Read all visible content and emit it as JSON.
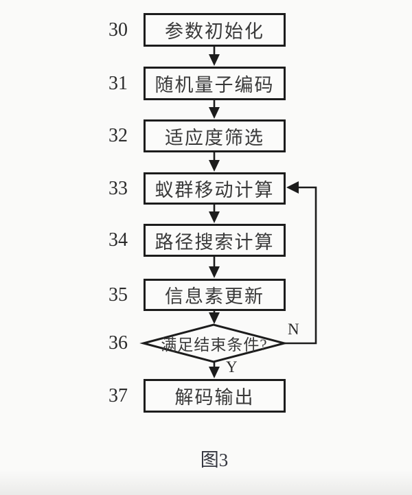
{
  "figure": {
    "caption": "图3",
    "steps": [
      {
        "num": "30",
        "label": "参数初始化",
        "type": "process"
      },
      {
        "num": "31",
        "label": "随机量子编码",
        "type": "process"
      },
      {
        "num": "32",
        "label": "适应度筛选",
        "type": "process"
      },
      {
        "num": "33",
        "label": "蚁群移动计算",
        "type": "process"
      },
      {
        "num": "34",
        "label": "路径搜索计算",
        "type": "process"
      },
      {
        "num": "35",
        "label": "信息素更新",
        "type": "process"
      },
      {
        "num": "36",
        "label": "满足结束条件?",
        "type": "decision",
        "no_label": "N",
        "yes_label": "Y"
      },
      {
        "num": "37",
        "label": "解码输出",
        "type": "process"
      }
    ],
    "flow_notes": {
      "loop": "decision-36 N-branch feeds back to step-33",
      "yes_branch": "decision-36 Y-branch continues to step-37"
    },
    "colors": {
      "line": "#1c1c1c",
      "text": "#3a3a3a",
      "background": "#fafaf9"
    }
  }
}
